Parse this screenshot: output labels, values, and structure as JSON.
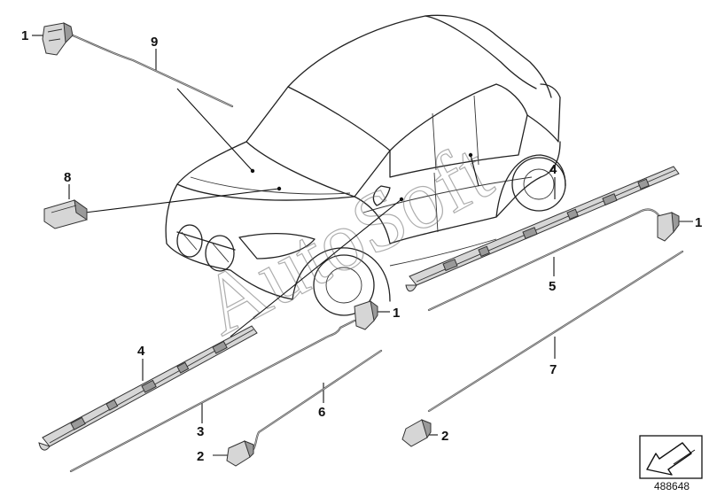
{
  "watermark": "AutoSoft",
  "diagram_number": "488648",
  "callouts": {
    "c1_top_left": "1",
    "c9": "9",
    "c8": "8",
    "c4_right": "4",
    "c1_right": "1",
    "c5": "5",
    "c1_center": "1",
    "c4_left": "4",
    "c7": "7",
    "c6": "6",
    "c3": "3",
    "c2_left": "2",
    "c2_right": "2"
  },
  "icons": {
    "nav_arrow": "arrow-down-left-icon"
  },
  "colors": {
    "line": "#111111",
    "part_fill": "#d6d6d6",
    "watermark": "#6b6b6b"
  }
}
